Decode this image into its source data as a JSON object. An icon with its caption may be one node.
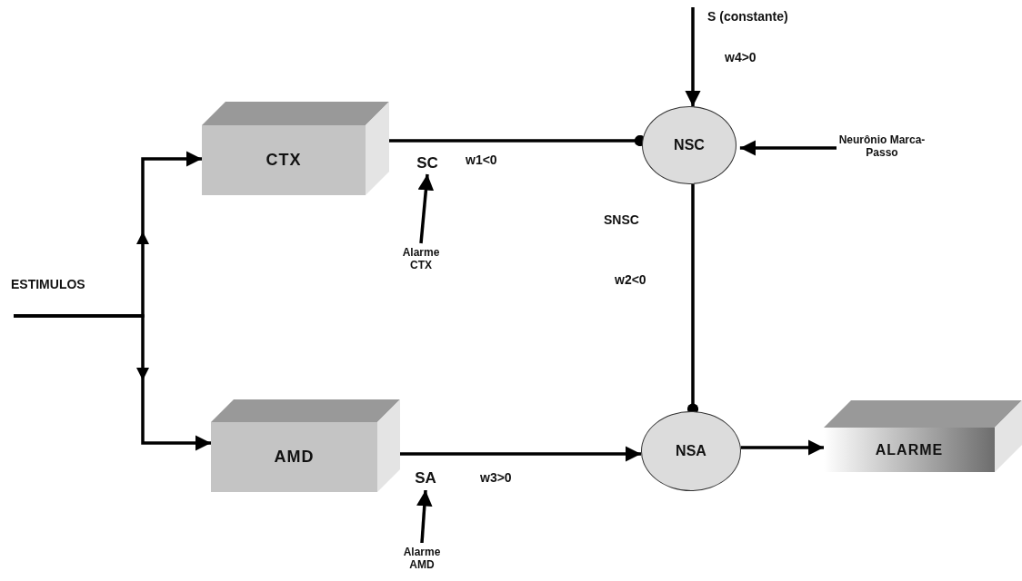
{
  "diagram": {
    "nodes": [
      {
        "text": [
          "CTX"
        ]
      },
      {
        "text": [
          "SC"
        ]
      },
      {
        "text": [
          "Alarme CTX"
        ]
      },
      {
        "text": [
          "NSC"
        ]
      },
      {
        "text": [
          "Neurônio Marca-Passo"
        ]
      },
      {
        "text": [
          "AMD"
        ]
      },
      {
        "text": [
          "SA"
        ]
      },
      {
        "text": [
          "Alarme AMD"
        ]
      },
      {
        "text": [
          "NSA"
        ]
      },
      {
        "text": [
          "ALARME"
        ]
      }
    ],
    "edges": [
      {
        "from": null,
        "to": 0,
        "arrow": "to"
      },
      {
        "from": null,
        "to": 5,
        "arrow": "to"
      },
      {
        "from": 0,
        "to": 3,
        "arrow": "other"
      },
      {
        "from": 2,
        "to": 1,
        "arrow": "to"
      },
      {
        "from": null,
        "to": 3,
        "arrow": "to"
      },
      {
        "from": 4,
        "to": 3,
        "arrow": "to"
      },
      {
        "from": 3,
        "to": 8,
        "arrow": "other"
      },
      {
        "from": 5,
        "to": 8,
        "arrow": "to"
      },
      {
        "from": 7,
        "to": 6,
        "arrow": "to"
      },
      {
        "from": 8,
        "to": 9,
        "arrow": "to"
      }
    ],
    "labels": [
      "S (constante)",
      "w4>0",
      "w1<0",
      "SNSC",
      "w2<0",
      "ESTIMULOS",
      "w3>0"
    ]
  }
}
